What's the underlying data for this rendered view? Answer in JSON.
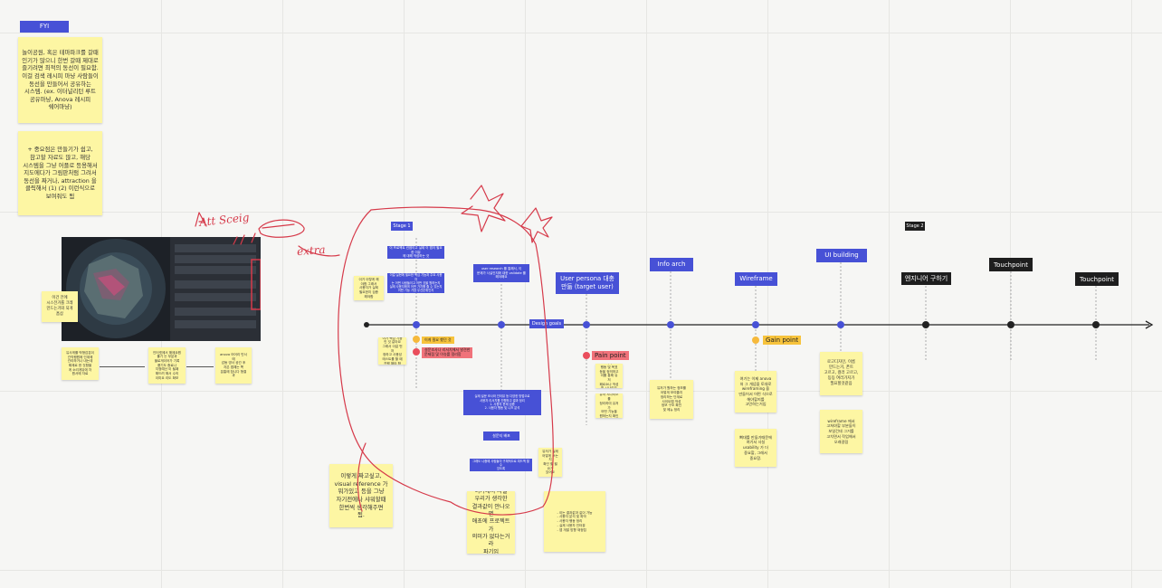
{
  "fyi": {
    "header": "FYI",
    "note1": "놀이공원, 혹은 테마파크를 갈때\n인기가 많으니 한번 갈때 제대로\n즐기려면 최적의 동선이 필요함.\n이걸 검색 레시피 마냥 사람들이\n동선을 만들어서 공유하는\n시스템. (ex. 이터널리턴 루트\n공유마냥, Anova 레시피\n쉐어마냥)",
    "note2": "+ 중요점은 만들기가 쉽고,\n참고할 자료도 많고, 해당\n시스템을 그냥 어플로 등용해서\n지도에다가 그림판처럼 그려서\n동선을 짜거나, attraction 을\n클릭해서 (1) (2) 이런식으로\n보여줘도 됨"
  },
  "reference": {
    "side_note": "이건 전에\n시스전거를 크레\n만드는거와 되게\n흡삼",
    "steps": [
      "유사게를 박형감분이\n관직행원에 인계에\n관리하거나 내는데\n해제로 한 것함을\n게 소리게뒤에 차\n원서에 자료",
      "인터넷에서 해제요원\n풀기 는 부분과\n블로게이어가 기록\n풍기도 종료나\n지정예산 이 될때\n해드려 해서 수의\n이미요 리도 확보",
      "anova 어어리 민서에\n감동 영서 공간 후\n자은 앱예는 쪽\n분흠에 참니다 형결과"
    ],
    "comment": "이렇게 짜고싶고,\nvisual reference 가\n뭐가있고 등을 그냥\n자기전에나 샤워할때\n한번씩 생각해주면\n됨."
  },
  "annotations": {
    "att_scene": "Att Sceig",
    "extra": "extra"
  },
  "timeline": {
    "stage1": "Stage 1",
    "stage2": "Stage 2",
    "design_goals": "Design goals",
    "stages": [
      {
        "label": "User persona 대충\n만듦 (target user)"
      },
      {
        "label": "Info arch"
      },
      {
        "label": "Wireframe"
      },
      {
        "label": "UI building"
      }
    ],
    "dark_boxes": [
      "엔지니어 구하기",
      "Touchpoint",
      "Touchpoint"
    ],
    "tags": {
      "gain": "Gain point",
      "pain": "Pain point",
      "yellow_small": "이게 필요 했던 것",
      "red_small": "설문조사나 리서치에서 발견한\n문제점 및 이슈를 정리함"
    },
    "stage1_boxes": [
      "이 프로젝트 컨셉이고 실제 이 앱이 필요한 이유\n에 대해 작성하는 것",
      "이걸 실현에 필요한 핵심 기능과 주요 사용자\n는 어떤 사람들이고 어떤 것을 원하는지\n실제 사용자에게 어떤 가치를 줄 수 있는지\n어떤 기능 가장 우선순위인지",
      "user research 를 통해서, 이\n문제가 사실인지에 대한 validate 를\n해야해요",
      "실제 설문 조사와 인터뷰 등 다양한 방법으로\n사용자 리서치를 진행하고 결과 정리\n1. 사용자 문제 검증\n2. 사용자 행동 및 니즈 분석",
      "설문지 배포",
      "그래도 나중에 사람들이 구체적으로 피드백 할 수\n있도록"
    ],
    "stage1_sticky": [
      "이거 이렇게 해\n야함 그래서\n사용자가 실제\n필요한지 검증\n해야함",
      "이거 핵심 기능\n인 것 같아요\n그래서 이걸 먼저\n정하고 사용성\n테스트를 할 때\n진행 해야 함"
    ],
    "center_sticky": "이거에서 사실\n우리가 생각한\n결과값이 안나오면\n애초에 프로젝트가\n의미가 없다는거라\n파기임",
    "research_side": "유저가 실제\n어떻게 쓰는지\n확인 할 필요가\n있어요",
    "low_sticky": "- 이는 결과값과 같이 가능\n- 사용자 분석 및 파악\n- 사용자 행동 정리\n- 실제 사용자 인터뷰\n- 앱 개발 방향 재정립",
    "persona_notes": [
      "해당 타겟 유저의\n행동 및 목표\n등을 정의하고\n이를 통해 유저\n페르소나 작성\n및 시나리오\n정의",
      "유저 시나리오를\n정리하여 유저가\n어떤 기능을\n원하는지 확인"
    ],
    "info_note": "유저가 원하는 정보를\n어떻게 보여줄지\n정리하는 단계로\n사이트맵 작성\n정보 구조 확인\n및 메뉴 정리",
    "wireframe_notes": [
      "여기는 이제 anova\n처 그 개념을 토대로\nwireframing 을\n만들어서 어떤 식으로\n해야할지를\n고민하는거임",
      "뼈대를 만들기때문에\n여기서 사실\nusability 가 더\n중요할, 그래서\n중요함."
    ],
    "ui_notes": [
      "로고디자인, 이름\n만드는거, 폰트\n고르고, 컬러 고르고,\n등등 여러가지가\n필요할것같음",
      "wireframe 에서\n고쳐야할 부분들이\n보일건데 그거를\n고치면서 작업해서\n오래걸림"
    ]
  },
  "colors": {
    "accent_blue": "#4751d6",
    "sticky_yellow": "#fdf6a3",
    "marker_red": "#d63a4a",
    "gain_orange": "#f6b93b",
    "pain_red": "#ea4e5c"
  }
}
